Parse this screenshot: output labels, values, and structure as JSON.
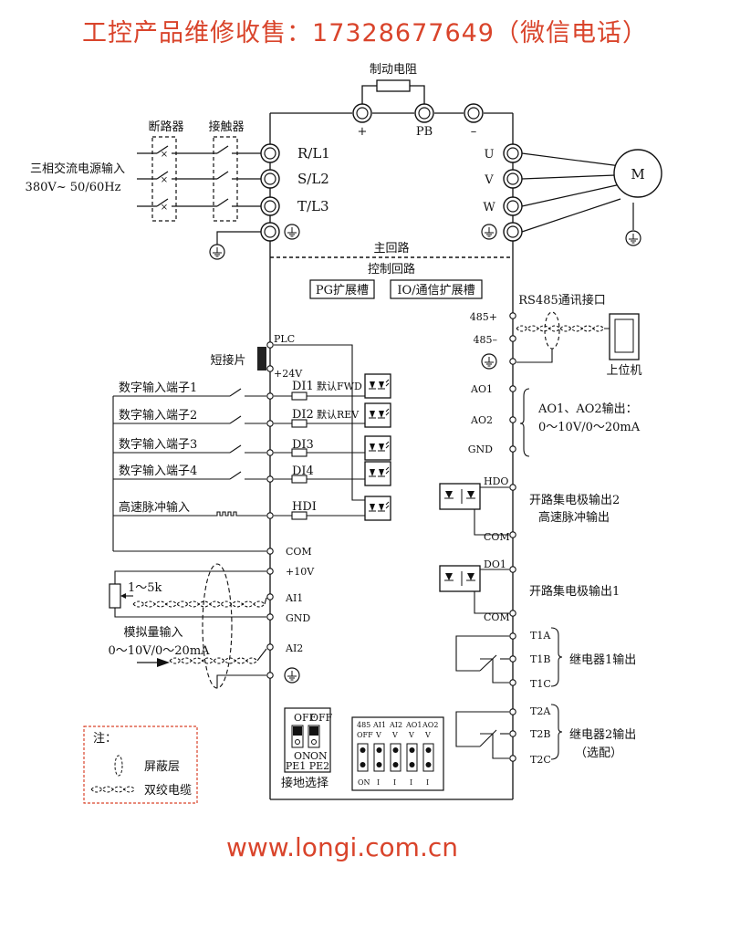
{
  "header": {
    "text": "工控产品维修收售：17328677649（微信电话）"
  },
  "footer": {
    "url": "www.longi.com.cn"
  },
  "diagram": {
    "brake_resistor": "制动电阻",
    "dc_terminals": [
      "+",
      "PB",
      "–"
    ],
    "breaker": "断路器",
    "contactor": "接触器",
    "power_input": "三相交流电源输入",
    "power_spec": "380V~ 50/60Hz",
    "input_terminals": [
      "R/L1",
      "S/L2",
      "T/L3"
    ],
    "output_terminals": [
      "U",
      "V",
      "W"
    ],
    "motor": "M",
    "main_circuit": "主回路",
    "control_circuit": "控制回路",
    "pg_slot": "PG扩展槽",
    "io_slot": "IO/通信扩展槽",
    "rs485_label": "RS485通讯接口",
    "rs485_plus": "485+",
    "rs485_minus": "485–",
    "host_pc": "上位机",
    "plc": "PLC",
    "short_jumper": "短接片",
    "p24v": "+24V",
    "digital_inputs": [
      {
        "label": "数字输入端子1",
        "terminal": "DI1",
        "note": "默认FWD"
      },
      {
        "label": "数字输入端子2",
        "terminal": "DI2",
        "note": "默认REV"
      },
      {
        "label": "数字输入端子3",
        "terminal": "DI3",
        "note": ""
      },
      {
        "label": "数字输入端子4",
        "terminal": "DI4",
        "note": ""
      }
    ],
    "pulse_input": "高速脉冲输入",
    "hdi": "HDI",
    "com": "COM",
    "p10v": "+10V",
    "ai1": "AI1",
    "gnd": "GND",
    "ai2": "AI2",
    "potentiometer": "1～5k",
    "analog_input": "模拟量输入",
    "analog_range": "0～10V/0～20mA",
    "ao1": "AO1",
    "ao2": "AO2",
    "ao_output": "AO1、AO2输出：",
    "ao_range": "0～10V/0～20mA",
    "hdo": "HDO",
    "oc_output2": "开路集电极输出2",
    "hs_pulse_output": "高速脉冲输出",
    "do1": "DO1",
    "oc_output1": "开路集电极输出1",
    "relay1_terms": [
      "T1A",
      "T1B",
      "T1C"
    ],
    "relay1": "继电器1输出",
    "relay2_terms": [
      "T2A",
      "T2B",
      "T2C"
    ],
    "relay2": "继电器2输出",
    "optional": "（选配）",
    "ground_sel_off": [
      "OFF",
      "OFF"
    ],
    "ground_sel_on": [
      "ON",
      "ON"
    ],
    "ground_sel_names": "PE1 PE2",
    "ground_select": "接地选择",
    "sw_headers": [
      "485",
      "AI1",
      "AI2",
      "AO1",
      "AO2"
    ],
    "sw_top": [
      "OFF",
      "V",
      "V",
      "V",
      "V"
    ],
    "sw_bottom": [
      "ON",
      "I",
      "I",
      "I",
      "I"
    ],
    "note_title": "注：",
    "note_shield": "屏蔽层",
    "note_twisted": "双绞电缆"
  }
}
